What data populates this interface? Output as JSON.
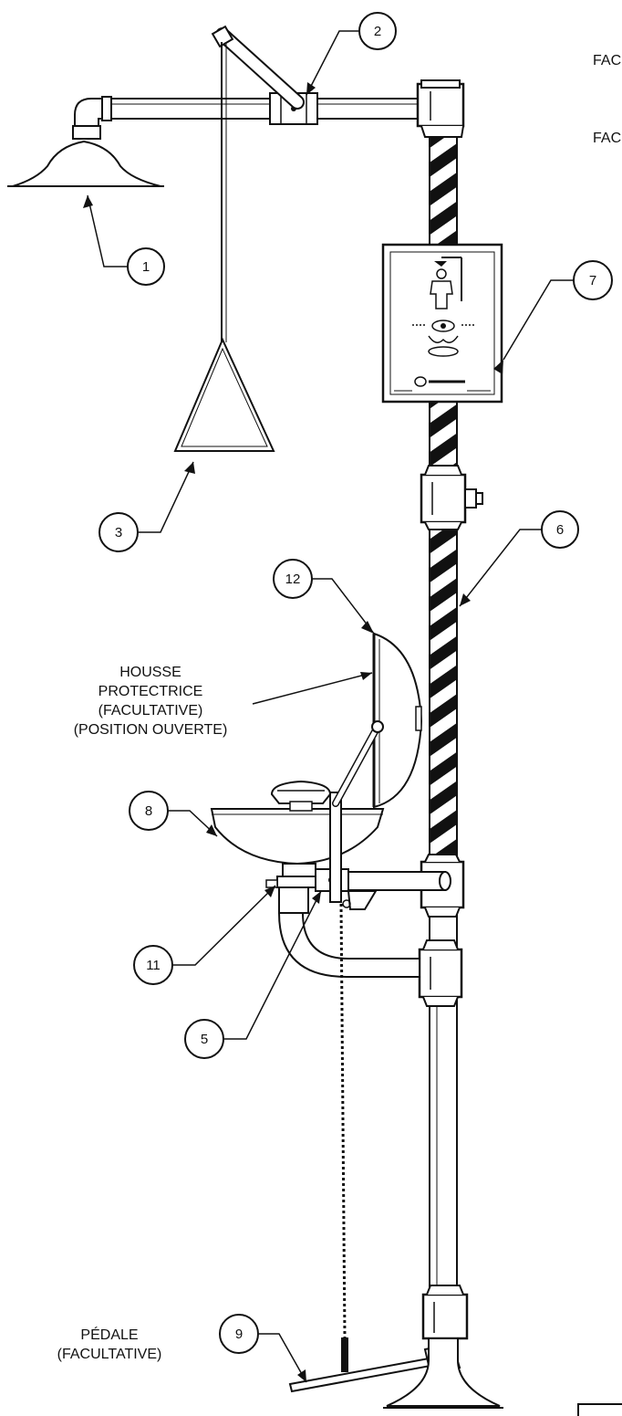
{
  "callouts": {
    "c1": "1",
    "c2": "2",
    "c3": "3",
    "c5": "5",
    "c6": "6",
    "c7": "7",
    "c8": "8",
    "c9": "9",
    "c11": "11",
    "c12": "12"
  },
  "labels": {
    "cover": [
      "HOUSSE",
      "PROTECTRICE",
      "(FACULTATIVE)",
      "(POSITION OUVERTE)"
    ],
    "pedal": [
      "PÉDALE",
      "(FACULTATIVE)"
    ],
    "right_cut_1": "FAC",
    "right_cut_2": "FAC"
  }
}
